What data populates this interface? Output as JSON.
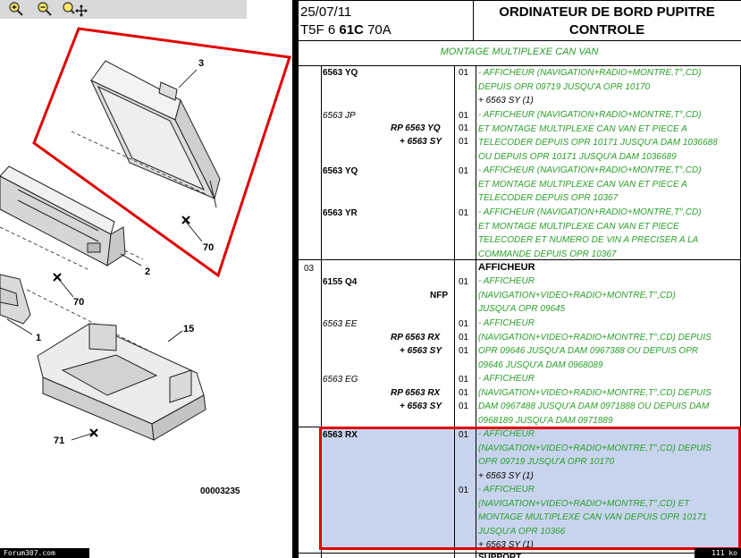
{
  "toolbar": {
    "zoom_in_icon": "zoom-in-icon",
    "zoom_out_icon": "zoom-out-icon",
    "zoom_move_icon": "zoom-pan-icon"
  },
  "diagram": {
    "callouts": [
      "3",
      "2",
      "70",
      "70",
      "1",
      "15",
      "71"
    ],
    "figure_number": "00003235",
    "highlight_color": "#e00000"
  },
  "left_status": "Forum307.com",
  "right_status": "111 ko",
  "header": {
    "date": "25/07/11",
    "code_prefix": "T5F 6",
    "code_bold": "61C",
    "code_suffix": "70A",
    "title_line1": "ORDINATEUR DE BORD PUPITRE",
    "title_line2": "CONTROLE",
    "subtitle": "MONTAGE MULTIPLEXE CAN VAN"
  },
  "rows": [
    {
      "ref": "6563 YQ",
      "qty": "01",
      "desc": [
        "- AFFICHEUR (NAVIGATION+RADIO+MONTRE,T°,CD)",
        "DEPUIS OPR 09719 JUSQU'A OPR 10170",
        "+ 6563 SY (1)"
      ]
    },
    {
      "ref": "6563 JP",
      "ref2": "RP 6563 YQ",
      "ref3": "+ 6563 SY",
      "qty": "01",
      "qty2": "01",
      "qty3": "01",
      "desc": [
        "- AFFICHEUR (NAVIGATION+RADIO+MONTRE,T°,CD)",
        "ET MONTAGE MULTIPLEXE CAN VAN ET PIECE A",
        "TELECODER DEPUIS OPR 10171 JUSQU'A DAM 1036688",
        "OU DEPUIS OPR 10171 JUSQU'A DAM 1036689"
      ]
    },
    {
      "ref": "6563 YQ",
      "qty": "01",
      "desc": [
        "- AFFICHEUR (NAVIGATION+RADIO+MONTRE,T°,CD)",
        "ET MONTAGE MULTIPLEXE CAN VAN ET PIECE A",
        "TELECODER DEPUIS OPR 10367"
      ]
    },
    {
      "ref": "6563 YR",
      "qty": "01",
      "desc": [
        "- AFFICHEUR (NAVIGATION+RADIO+MONTRE,T°,CD)",
        "ET MONTAGE MULTIPLEXE CAN VAN ET PIECE",
        "TELECODER ET NUMERO DE VIN A PRECISER A LA",
        "COMMANDE DEPUIS OPR 10367"
      ]
    },
    {
      "pos": "03",
      "head": "AFFICHEUR"
    },
    {
      "ref": "6155 Q4",
      "ref2": "NFP",
      "qty": "01",
      "desc": [
        "- AFFICHEUR",
        "(NAVIGATION+VIDEO+RADIO+MONTRE,T°,CD)",
        "JUSQU'A OPR 09645"
      ]
    },
    {
      "ref": "6563 EE",
      "ref2": "RP 6563 RX",
      "ref3": "+ 6563 SY",
      "qty": "01",
      "qty2": "01",
      "qty3": "01",
      "desc": [
        "- AFFICHEUR",
        "(NAVIGATION+VIDEO+RADIO+MONTRE,T°,CD) DEPUIS",
        "OPR 09646 JUSQU'A DAM 0967388 OU DEPUIS OPR",
        "09646 JUSQU'A DAM 0968089"
      ]
    },
    {
      "ref": "6563 EG",
      "ref2": "RP 6563 RX",
      "ref3": "+ 6563 SY",
      "qty": "01",
      "qty2": "01",
      "qty3": "01",
      "desc": [
        "- AFFICHEUR",
        "(NAVIGATION+VIDEO+RADIO+MONTRE,T°,CD) DEPUIS",
        "DAM 0967488 JUSQU'A DAM 0971888 OU DEPUIS DAM",
        "0968189 JUSQU'A DAM 0971889"
      ]
    },
    {
      "ref": "6563 RX",
      "qty": "01",
      "qty2": "01",
      "desc": [
        "- AFFICHEUR",
        "(NAVIGATION+VIDEO+RADIO+MONTRE,T°,CD) DEPUIS",
        "OPR 09719 JUSQU'A OPR 10170",
        "+ 6563 SY (1)"
      ],
      "desc2": [
        "- AFFICHEUR",
        "(NAVIGATION+VIDEO+RADIO+MONTRE,T°,CD) ET",
        "MONTAGE MULTIPLEXE CAN VAN DEPUIS OPR 10171",
        "JUSQU'A OPR 10366",
        "+ 6563 SY (1)"
      ]
    }
  ],
  "bottom_partial": "SUPPORT"
}
